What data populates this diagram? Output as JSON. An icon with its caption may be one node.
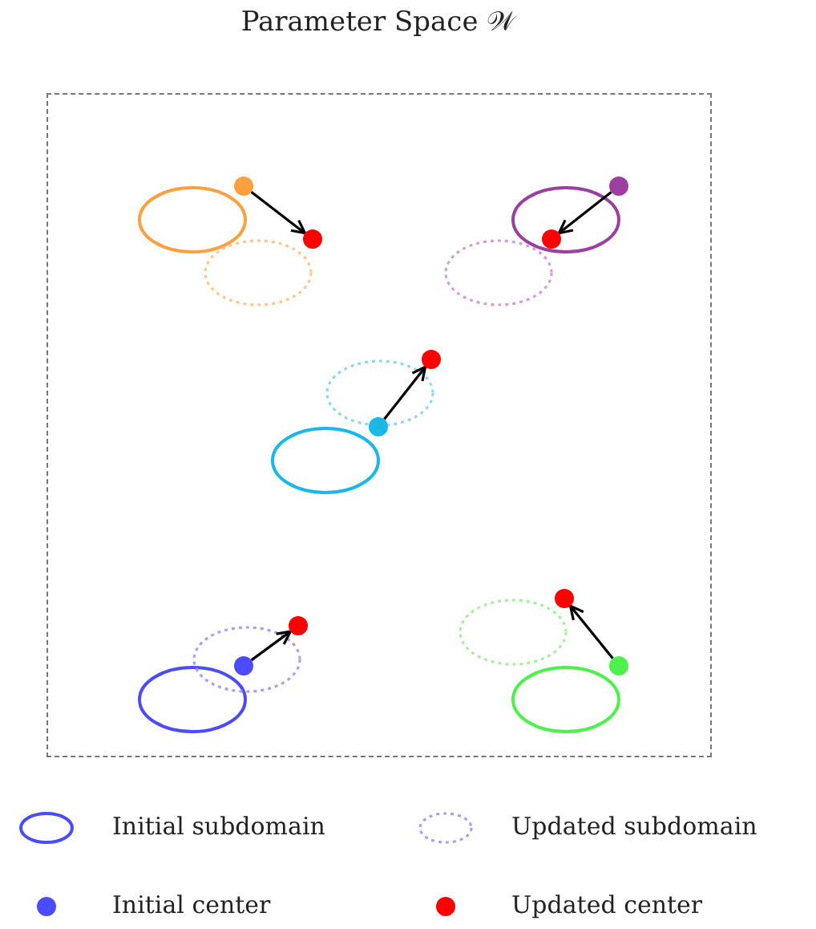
{
  "diagram": {
    "title": "Parameter Space 𝒲",
    "nodes": [
      {
        "text": [],
        "shape": "box"
      },
      {
        "text": [],
        "shape": "circle",
        "in": 0
      },
      {
        "text": [],
        "shape": "circle",
        "in": 0
      },
      {
        "text": [],
        "shape": "circle",
        "in": 0
      },
      {
        "text": [],
        "shape": "circle",
        "in": 0
      },
      {
        "text": [],
        "shape": "circle",
        "in": 0
      },
      {
        "text": [],
        "shape": "circle",
        "in": 0
      },
      {
        "text": [],
        "shape": "circle",
        "in": 0
      },
      {
        "text": [],
        "shape": "circle",
        "in": 0
      },
      {
        "text": [],
        "shape": "circle",
        "in": 0
      },
      {
        "text": [],
        "shape": "circle",
        "in": 0
      }
    ],
    "edges": [
      {
        "from": 1,
        "to": 3,
        "arrow": "to"
      },
      {
        "from": 2,
        "to": 4,
        "arrow": "to"
      },
      {
        "from": 6,
        "to": 5,
        "arrow": "to"
      },
      {
        "from": 9,
        "to": 8,
        "arrow": "to"
      },
      {
        "from": 10,
        "to": 7,
        "arrow": "to"
      }
    ],
    "legend": [
      {
        "text": "Initial subdomain"
      },
      {
        "text": "Updated subdomain"
      },
      {
        "text": "Initial center",
        "color": "#4b4bff"
      },
      {
        "text": "Updated center",
        "color": "#ff0000"
      }
    ]
  }
}
